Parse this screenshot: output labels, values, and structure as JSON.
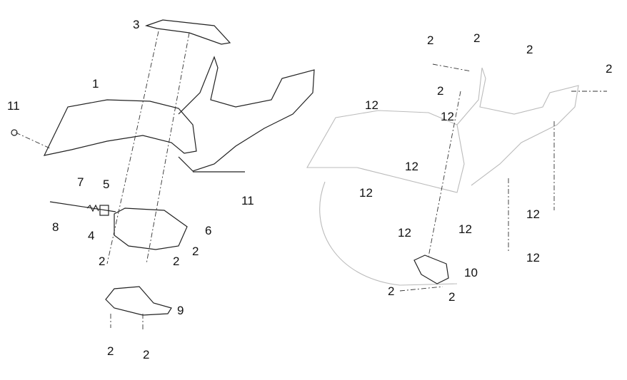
{
  "diagram": {
    "left_assembly": {
      "callouts": [
        "3",
        "1",
        "11",
        "11",
        "7",
        "5",
        "8",
        "4",
        "6",
        "2",
        "2",
        "2",
        "9",
        "2",
        "2"
      ]
    },
    "right_assembly": {
      "callouts": [
        "2",
        "2",
        "2",
        "2",
        "2",
        "12",
        "12",
        "12",
        "12",
        "12",
        "12",
        "12",
        "12",
        "10",
        "2",
        "2"
      ]
    }
  }
}
